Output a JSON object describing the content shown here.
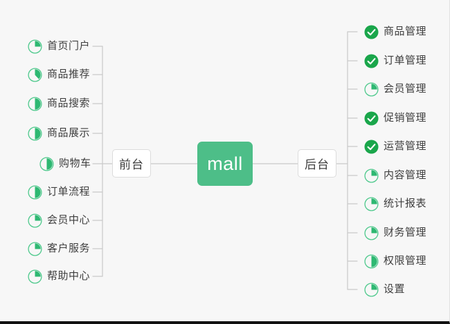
{
  "diagram": {
    "title": "mall",
    "root": {
      "label": "mall",
      "color": "#4dbe88"
    },
    "branches": [
      {
        "key": "front",
        "label": "前台",
        "side": "left",
        "items": [
          {
            "label": "首页门户",
            "icon": "pie-progress-icon",
            "progress": 25,
            "state": "in-progress"
          },
          {
            "label": "商品推荐",
            "icon": "pie-progress-icon",
            "progress": 38,
            "state": "in-progress"
          },
          {
            "label": "商品搜索",
            "icon": "pie-progress-icon",
            "progress": 50,
            "state": "in-progress"
          },
          {
            "label": "商品展示",
            "icon": "pie-progress-icon",
            "progress": 50,
            "state": "in-progress"
          },
          {
            "label": "购物车",
            "icon": "pie-progress-icon",
            "progress": 50,
            "state": "in-progress"
          },
          {
            "label": "订单流程",
            "icon": "pie-progress-icon",
            "progress": 50,
            "state": "in-progress"
          },
          {
            "label": "会员中心",
            "icon": "pie-progress-icon",
            "progress": 25,
            "state": "in-progress"
          },
          {
            "label": "客户服务",
            "icon": "pie-progress-icon",
            "progress": 25,
            "state": "in-progress"
          },
          {
            "label": "帮助中心",
            "icon": "pie-progress-icon",
            "progress": 25,
            "state": "in-progress"
          }
        ]
      },
      {
        "key": "back",
        "label": "后台",
        "side": "right",
        "items": [
          {
            "label": "商品管理",
            "icon": "check-circle-icon",
            "progress": 100,
            "state": "done"
          },
          {
            "label": "订单管理",
            "icon": "check-circle-icon",
            "progress": 100,
            "state": "done"
          },
          {
            "label": "会员管理",
            "icon": "pie-progress-icon",
            "progress": 25,
            "state": "in-progress"
          },
          {
            "label": "促销管理",
            "icon": "check-circle-icon",
            "progress": 100,
            "state": "done"
          },
          {
            "label": "运营管理",
            "icon": "check-circle-icon",
            "progress": 100,
            "state": "done"
          },
          {
            "label": "内容管理",
            "icon": "pie-progress-icon",
            "progress": 25,
            "state": "in-progress"
          },
          {
            "label": "统计报表",
            "icon": "pie-progress-icon",
            "progress": 25,
            "state": "in-progress"
          },
          {
            "label": "财务管理",
            "icon": "pie-progress-icon",
            "progress": 25,
            "state": "in-progress"
          },
          {
            "label": "权限管理",
            "icon": "pie-progress-icon",
            "progress": 50,
            "state": "in-progress"
          },
          {
            "label": "设置",
            "icon": "pie-progress-icon",
            "progress": 25,
            "state": "in-progress"
          }
        ]
      }
    ],
    "colors": {
      "background": "#f7f7f7",
      "root_fill": "#4dbe88",
      "root_text": "#ffffff",
      "node_fill": "#ffffff",
      "node_border": "#dcdcdc",
      "node_text": "#3c3c3c",
      "label_text": "#3e3e3e",
      "connector": "#c9c9c9",
      "icon_done": "#1aa64b",
      "icon_progress": "#2eb872",
      "icon_ring": "#4ec98c",
      "icon_check": "#ffffff",
      "bottom_bar": "#111111"
    }
  }
}
